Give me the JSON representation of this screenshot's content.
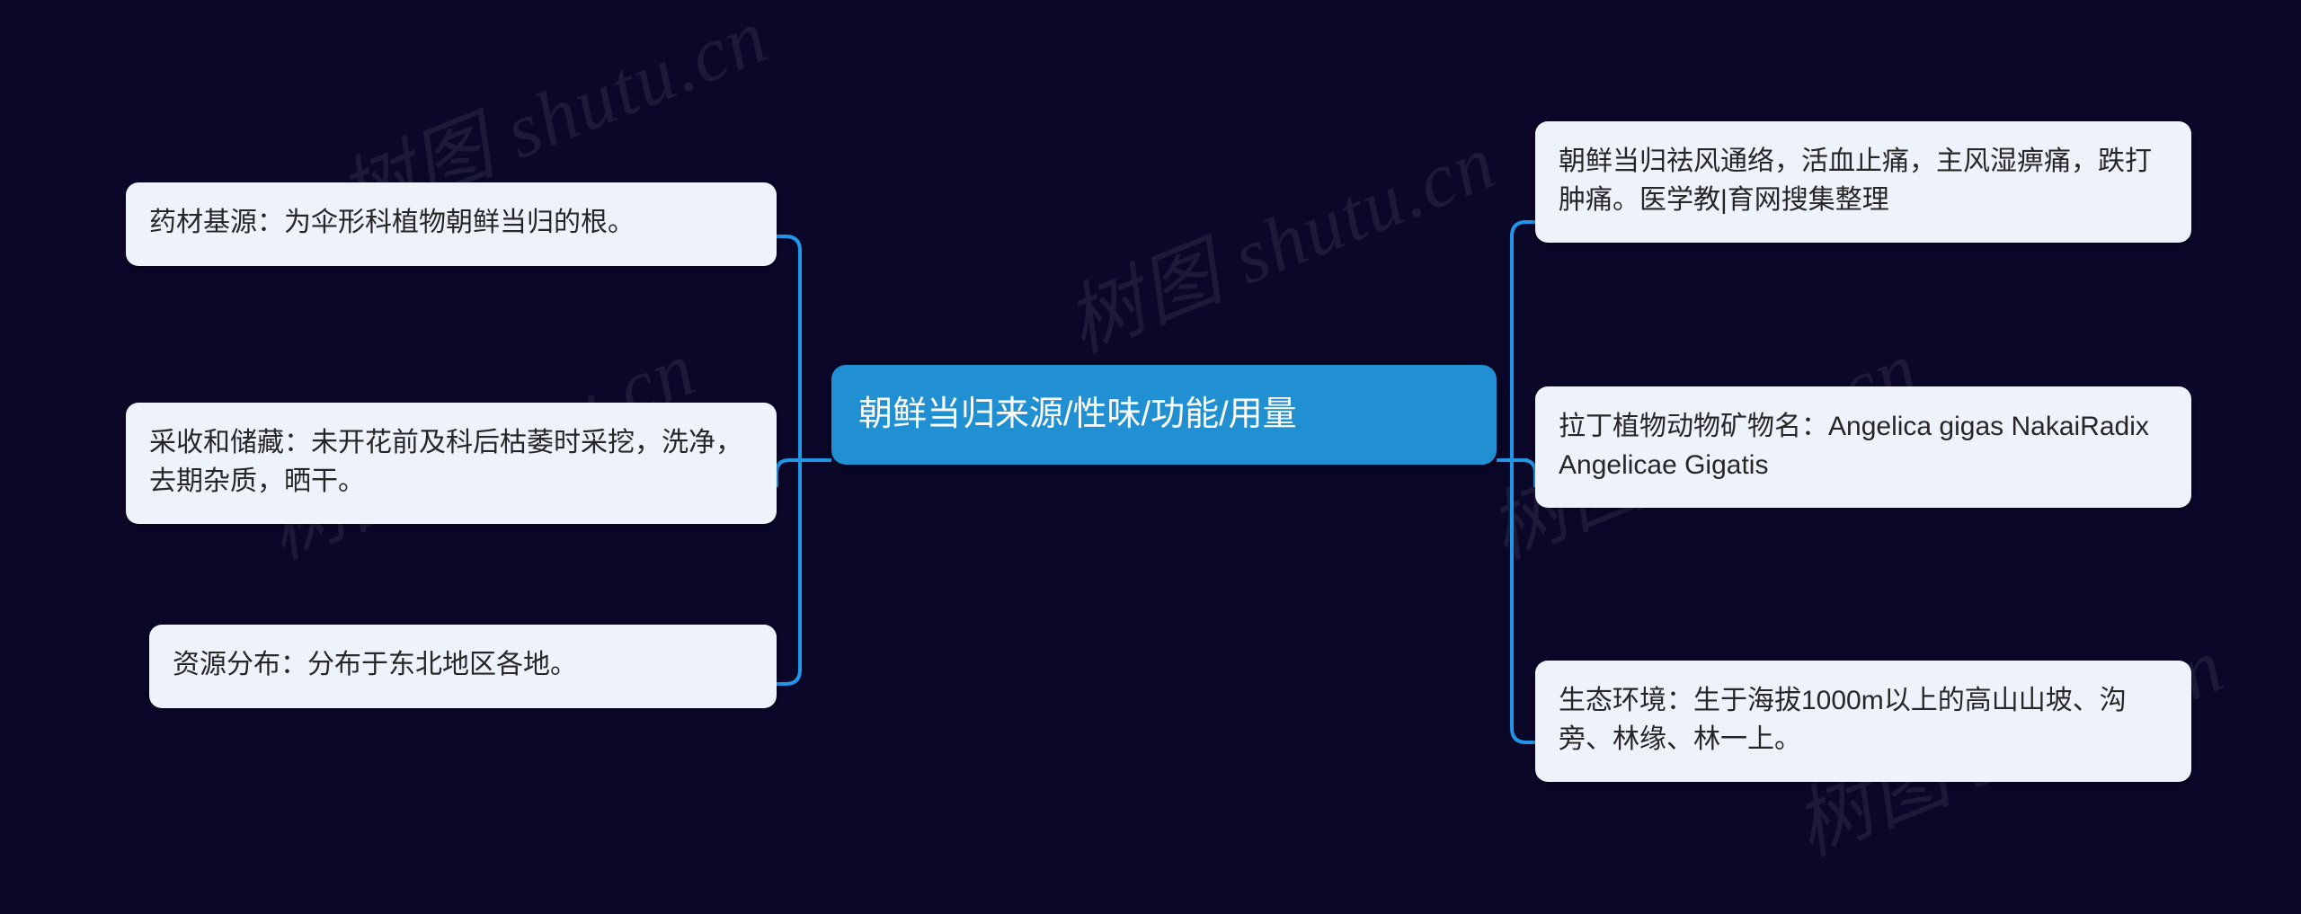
{
  "canvas": {
    "background_color": "#0a0728",
    "connector_color": "#2196e8",
    "node_background_color": "#eef2fb",
    "node_text_color": "#262626",
    "center_node_color": "#2190d2",
    "center_node_text_color": "#ffffff"
  },
  "watermark": {
    "text": "树图 shutu.cn"
  },
  "root": {
    "label": "朝鲜当归来源/性味/功能/用量"
  },
  "branches": {
    "left": [
      {
        "label": "药材基源：为伞形科植物朝鲜当归的根。"
      },
      {
        "label": "采收和储藏：未开花前及科后枯萎时采挖，洗净，去期杂质，晒干。"
      },
      {
        "label": "资源分布：分布于东北地区各地。"
      }
    ],
    "right": [
      {
        "label": "朝鲜当归祛风通络，活血止痛，主风湿痹痛，跌打肿痛。医学教|育网搜集整理"
      },
      {
        "label": "拉丁植物动物矿物名：Angelica gigas NakaiRadix Angelicae Gigatis"
      },
      {
        "label": "生态环境：生于海拔1000m以上的高山山坡、沟旁、林缘、林一上。"
      }
    ]
  }
}
